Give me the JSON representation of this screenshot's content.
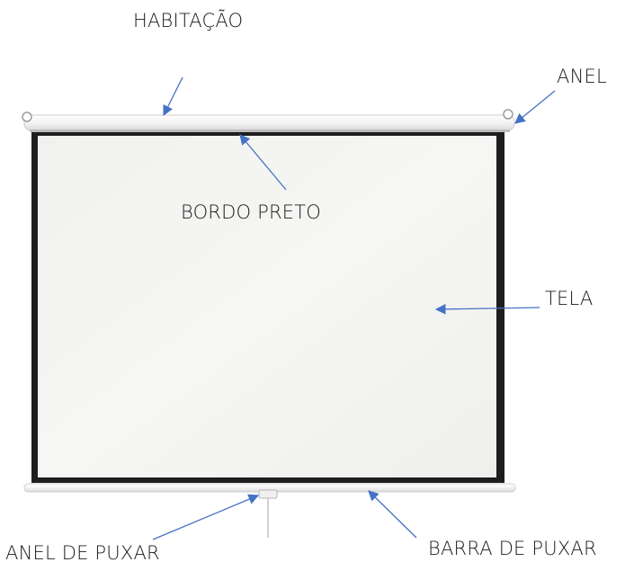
{
  "labels": {
    "habitacao": "HABITAÇÃO",
    "anel": "ANEL",
    "bordo_preto": "BORDO PRETO",
    "tela": "TELA",
    "anel_de_puxar": "ANEL DE PUXAR",
    "barra_de_puxar": "BARRA DE PUXAR"
  },
  "colors": {
    "arrow": "#4472c4",
    "border": "#222222",
    "screen": "#f4f4f2",
    "housing": "#f7f7f7"
  }
}
